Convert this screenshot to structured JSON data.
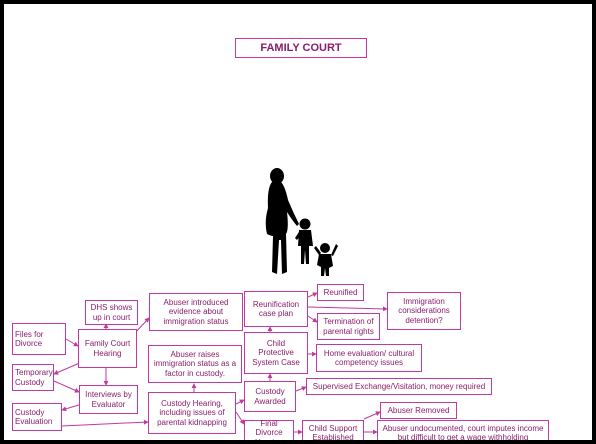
{
  "title": "FAMILY COURT",
  "colors": {
    "node_border": "#c03aa0",
    "node_text": "#8a1d6e",
    "frame": "#000000",
    "silhouette": "#000000"
  },
  "image": {
    "icon": "mother-and-children-silhouette"
  },
  "nodes": {
    "files_for_divorce": "Files for\nDivorce",
    "dhs_shows_up": "DHS shows\nup in court",
    "family_court_hearing": "Family Court\nHearing",
    "abuser_introduced_evidence": "Abuser introduced\nevidence about\nimmigration status",
    "temporary_custody": "Temporary\nCustody",
    "interviews_by_evaluator": "Interviews by\nEvaluator",
    "abuser_raises_status": "Abuser raises\nimmigration status as a\nfactor in custody.",
    "custody_evaluation": "Custody\nEvaluation",
    "custody_hearing": "Custody Hearing,\nincluding issues of\nparental kidnapping",
    "custody_awarded": "Custody\nAwarded",
    "reunification_case_plan": "Reunification\ncase plan",
    "reunified": "Reunified",
    "immigration_detention": "Immigration\nconsiderations\ndetention?",
    "termination_parental_rights": "Termination of\nparental rights",
    "cps_case": "Child\nProtective\nSystem Case",
    "home_evaluation": "Home evaluation/ cultural\ncompetency issues",
    "supervised_exchange": "Supervised Exchange/Visitation, money required",
    "abuser_removed": "Abuser Removed",
    "final_divorce_hearing": "Final Divorce\nHearing",
    "child_support_established": "Child Support\nEstablished",
    "abuser_undocumented": "Abuser undocumented, court imputes income\nbut difficult to get a wage withholding"
  }
}
